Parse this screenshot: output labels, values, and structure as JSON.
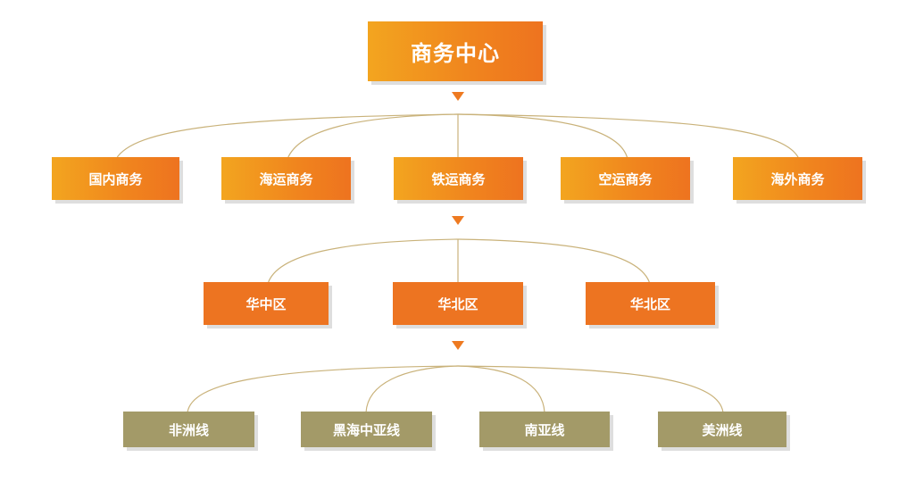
{
  "root": {
    "label": "商务中心"
  },
  "business": [
    {
      "label": "国内商务"
    },
    {
      "label": "海运商务"
    },
    {
      "label": "铁运商务"
    },
    {
      "label": "空运商务"
    },
    {
      "label": "海外商务"
    }
  ],
  "regions": [
    {
      "label": "华中区"
    },
    {
      "label": "华北区"
    },
    {
      "label": "华北区"
    }
  ],
  "routes": [
    {
      "label": "非洲线"
    },
    {
      "label": "黑海中亚线"
    },
    {
      "label": "南亚线"
    },
    {
      "label": "美洲线"
    }
  ],
  "colors": {
    "orange_light": "#f3a51f",
    "orange_dark": "#ee731f",
    "orange_solid": "#ed7421",
    "olive": "#a39a68",
    "connector": "#c9b27a"
  }
}
